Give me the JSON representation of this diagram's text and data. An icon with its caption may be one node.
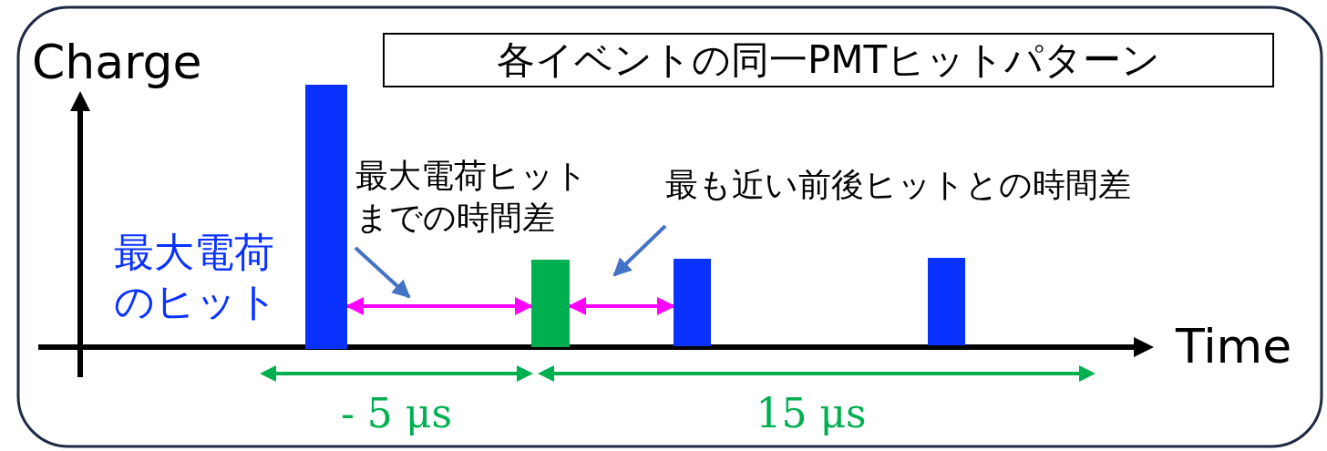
{
  "diagram": {
    "nodes": [
      {
        "text": [
          "各イベントの同一PMTヒットパターン"
        ]
      },
      {
        "text": [],
        "shape": "bar",
        "beside": [
          "最大電荷のヒット"
        ]
      },
      {
        "text": [],
        "shape": "bar"
      },
      {
        "text": [],
        "shape": "bar"
      },
      {
        "text": [],
        "shape": "bar"
      },
      {
        "text": [
          "最大電荷ヒットまでの時間差"
        ]
      },
      {
        "text": [
          "最も近い前後ヒットとの時間差"
        ]
      }
    ],
    "edges": [
      {
        "from": 1,
        "to": 2,
        "arrow": "both",
        "color": "#ff00ff"
      },
      {
        "from": 2,
        "to": 3,
        "arrow": "both",
        "color": "#ff00ff"
      },
      {
        "from": 5,
        "to": null,
        "arrow": "to",
        "color": "#4472c4"
      },
      {
        "from": 6,
        "to": null,
        "arrow": "to",
        "color": "#4472c4"
      }
    ],
    "labels": [
      "Charge",
      "Time",
      "- 5 μs",
      "15 μs"
    ]
  }
}
